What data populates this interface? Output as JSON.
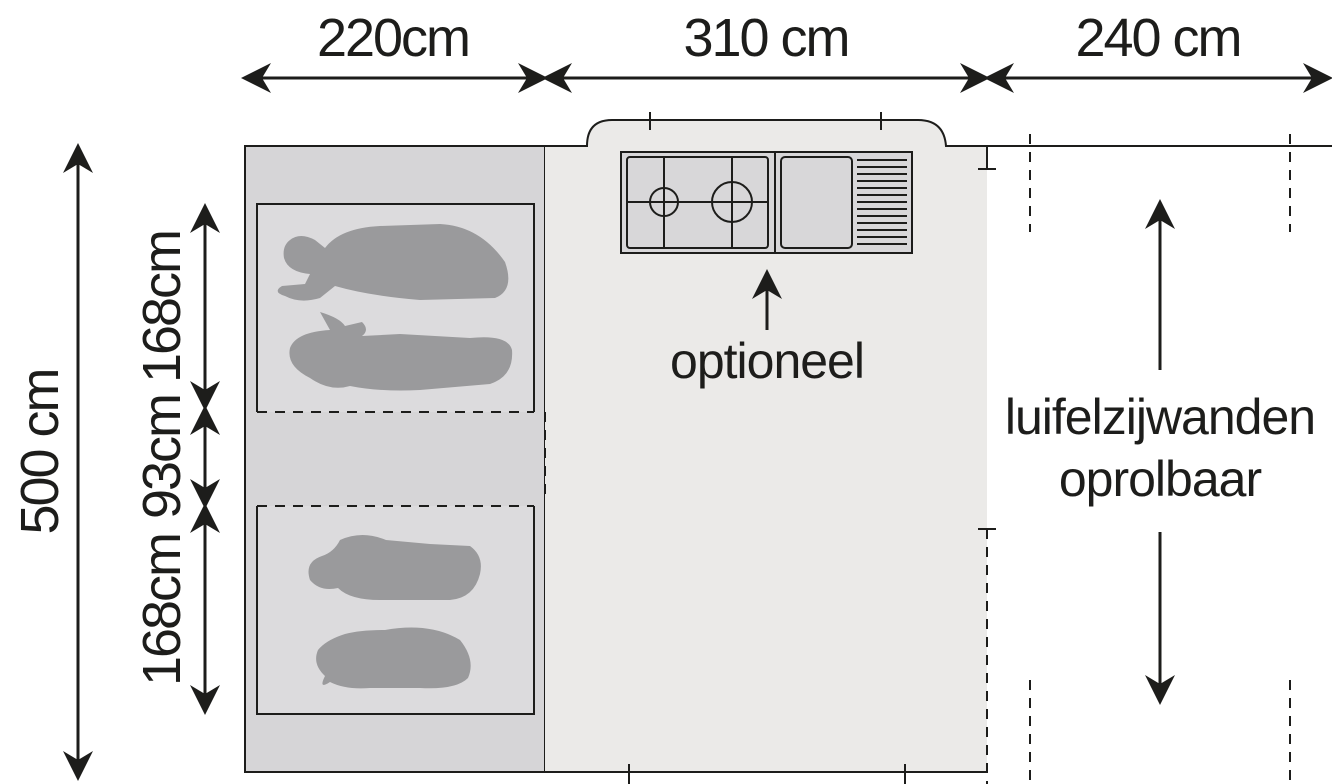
{
  "dimensions": {
    "bedroom_width": "220cm",
    "living_width": "310 cm",
    "awning_width": "240 cm",
    "total_depth": "500 cm",
    "cabin_top_depth": "168cm",
    "cabin_gap_depth": "93cm",
    "cabin_bottom_depth": "168cm"
  },
  "annotations": {
    "kitchen_note": "optioneel",
    "awning_note_line1": "luifelzijwanden",
    "awning_note_line2": "oprolbaar"
  },
  "colors": {
    "line": "#1d1d1b",
    "bedroom_fill": "#d6d5d7",
    "cabin_fill": "#dcdbdd",
    "living_fill": "#ebeae8",
    "kitchen_fill": "#d8d7d9",
    "sleeper_fill": "#9a9a9c"
  }
}
